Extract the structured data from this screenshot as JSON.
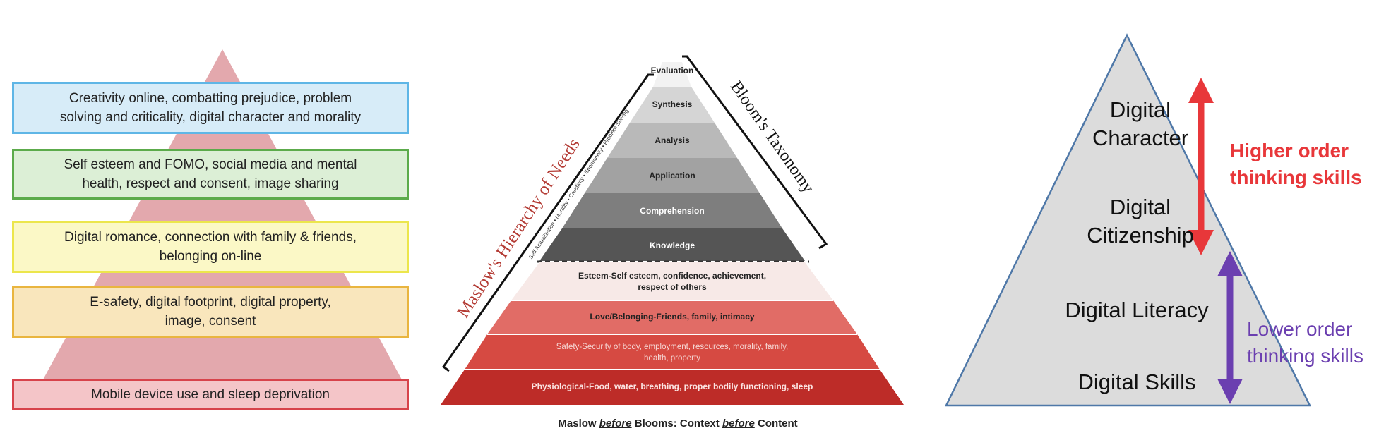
{
  "panel1": {
    "boxes": [
      {
        "line1": "Creativity online, combatting prejudice, problem",
        "line2": "solving and criticality, digital character and morality",
        "fill": "#d7ecf8",
        "border": "#5fb6e6"
      },
      {
        "line1": "Self esteem and FOMO, social media and mental",
        "line2": "health, respect and consent, image sharing",
        "fill": "#dcefd6",
        "border": "#5cab4b"
      },
      {
        "line1": "Digital romance, connection with family & friends,",
        "line2": "belonging on-line",
        "fill": "#fbf8c6",
        "border": "#ece64c"
      },
      {
        "line1": "E-safety, digital footprint, digital property,",
        "line2": "image, consent",
        "fill": "#f9e6bc",
        "border": "#e9b53f"
      },
      {
        "line1": "Mobile device use and sleep deprivation",
        "line2": "",
        "fill": "#f4c5c8",
        "border": "#d7434b"
      }
    ]
  },
  "panel2": {
    "maslow_title": "Maslow's Hierarchy of Needs",
    "blooms_title": "Bloom's Taxonomy",
    "self_actualization": "Self Actualization • Morality • Creativity • Spontaneity • Problem Solving",
    "bloom_levels": [
      "Evaluation",
      "Synthesis",
      "Analysis",
      "Application",
      "Comprehension",
      "Knowledge"
    ],
    "maslow_levels": [
      {
        "line1": "Esteem-Self esteem, confidence, achievement,",
        "line2": "respect of others"
      },
      {
        "line1": "Love/Belonging-Friends, family, intimacy",
        "line2": ""
      },
      {
        "line1": "Safety-Security of body, employment, resources, morality, family,",
        "line2": "health, property"
      },
      {
        "line1": "Physiological-Food, water, breathing, proper bodily functioning, sleep",
        "line2": ""
      }
    ],
    "caption": {
      "part1": "Maslow ",
      "em1": "before",
      "part2": " Blooms: Context ",
      "em2": "before",
      "part3": " Content"
    }
  },
  "panel3": {
    "levels": [
      {
        "line1": "Digital",
        "line2": "Character"
      },
      {
        "line1": "Digital",
        "line2": "Citizenship"
      },
      {
        "line1": "Digital Literacy",
        "line2": ""
      },
      {
        "line1": "Digital Skills",
        "line2": ""
      }
    ],
    "higher": {
      "line1": "Higher order",
      "line2": "thinking skills",
      "color": "#e8373a"
    },
    "lower": {
      "line1": "Lower order",
      "line2": "thinking skills",
      "color": "#6b3fb0"
    }
  }
}
